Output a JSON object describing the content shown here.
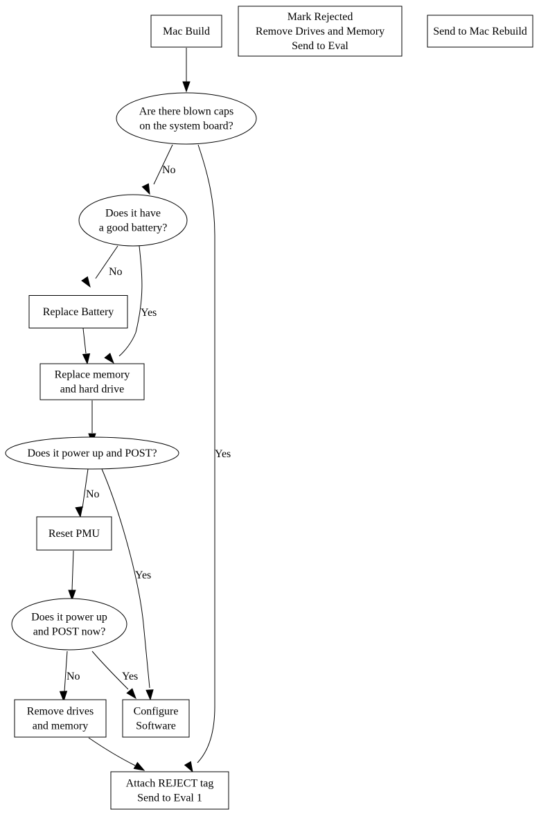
{
  "diagram": {
    "title": "Mac Build flowchart",
    "nodes": [
      {
        "id": "mac_build",
        "shape": "box",
        "lines": [
          "Mac Build"
        ]
      },
      {
        "id": "mark_rejected",
        "shape": "box",
        "lines": [
          "Mark Rejected",
          "Remove Drives and Memory",
          "Send to Eval"
        ]
      },
      {
        "id": "mac_rebuild",
        "shape": "box",
        "lines": [
          "Send to Mac Rebuild"
        ]
      },
      {
        "id": "blown_caps",
        "shape": "ellipse",
        "lines": [
          "Are there blown caps",
          "on the system board?"
        ]
      },
      {
        "id": "good_battery",
        "shape": "ellipse",
        "lines": [
          "Does it have",
          "a good battery?"
        ]
      },
      {
        "id": "replace_battery",
        "shape": "box",
        "lines": [
          "Replace Battery"
        ]
      },
      {
        "id": "replace_memory",
        "shape": "box",
        "lines": [
          "Replace memory",
          "and hard drive"
        ]
      },
      {
        "id": "power_post",
        "shape": "ellipse",
        "lines": [
          "Does it power up and POST?"
        ]
      },
      {
        "id": "reset_pmu",
        "shape": "box",
        "lines": [
          "Reset PMU"
        ]
      },
      {
        "id": "power_post_now",
        "shape": "ellipse",
        "lines": [
          "Does it power up",
          "and POST now?"
        ]
      },
      {
        "id": "remove_drives",
        "shape": "box",
        "lines": [
          "Remove drives",
          "and memory"
        ]
      },
      {
        "id": "configure_software",
        "shape": "box",
        "lines": [
          "Configure",
          "Software"
        ]
      },
      {
        "id": "attach_reject",
        "shape": "box",
        "lines": [
          "Attach REJECT tag",
          "Send to Eval 1"
        ]
      }
    ],
    "edges": [
      {
        "from": "mac_build",
        "to": "blown_caps",
        "label": ""
      },
      {
        "from": "blown_caps",
        "to": "good_battery",
        "label": "No"
      },
      {
        "from": "blown_caps",
        "to": "attach_reject",
        "label": "Yes"
      },
      {
        "from": "good_battery",
        "to": "replace_battery",
        "label": "No"
      },
      {
        "from": "good_battery",
        "to": "replace_memory",
        "label": "Yes"
      },
      {
        "from": "replace_battery",
        "to": "replace_memory",
        "label": ""
      },
      {
        "from": "replace_memory",
        "to": "power_post",
        "label": ""
      },
      {
        "from": "power_post",
        "to": "reset_pmu",
        "label": "No"
      },
      {
        "from": "power_post",
        "to": "configure_software",
        "label": "Yes"
      },
      {
        "from": "reset_pmu",
        "to": "power_post_now",
        "label": ""
      },
      {
        "from": "power_post_now",
        "to": "remove_drives",
        "label": "No"
      },
      {
        "from": "power_post_now",
        "to": "configure_software",
        "label": "Yes"
      },
      {
        "from": "remove_drives",
        "to": "attach_reject",
        "label": ""
      }
    ]
  }
}
